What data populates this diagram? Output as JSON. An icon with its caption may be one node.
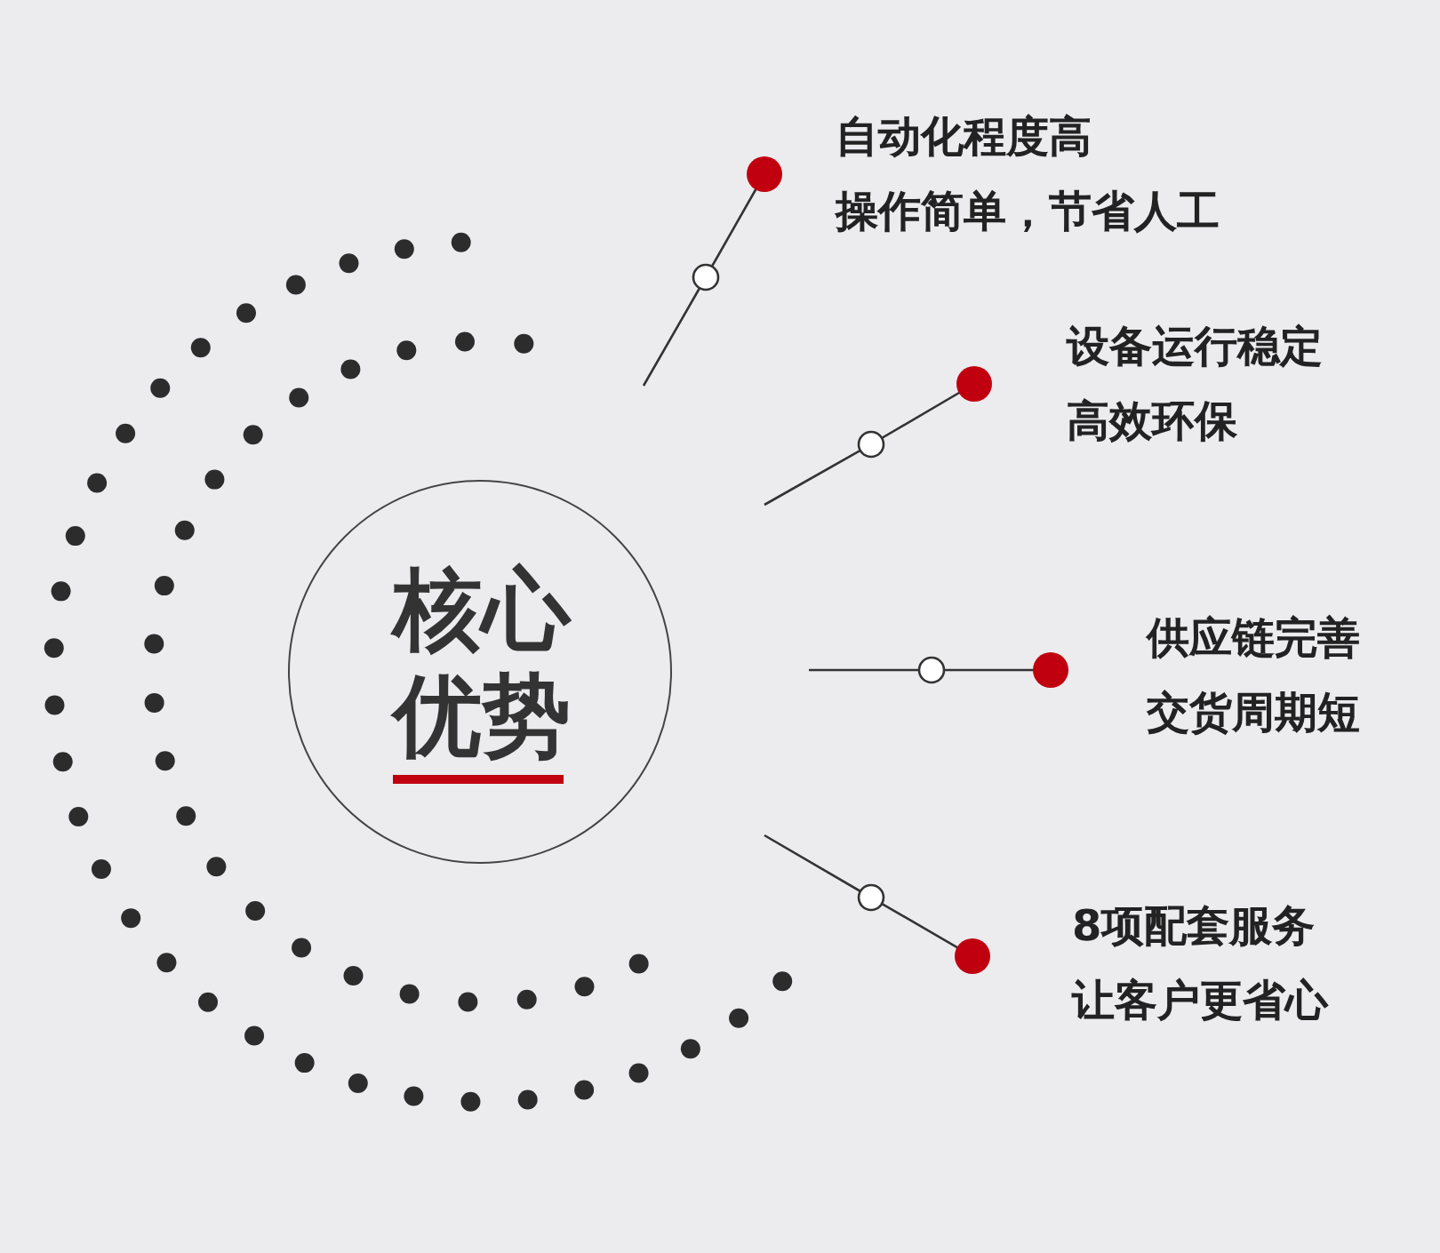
{
  "diagram": {
    "nodes": [
      {
        "text": [
          "核心优势"
        ]
      },
      {
        "text": [
          "自动化程度高",
          "操作简单，节省人工"
        ]
      },
      {
        "text": [
          "设备运行稳定",
          "高效环保"
        ]
      },
      {
        "text": [
          "供应链完善",
          "交货周期短"
        ]
      },
      {
        "text": [
          "8项配套服务",
          "让客户更省心"
        ]
      }
    ],
    "edges": [
      {
        "from": 1,
        "to": null,
        "arrow": "other"
      },
      {
        "from": 2,
        "to": null,
        "arrow": "other"
      },
      {
        "from": 3,
        "to": null,
        "arrow": "other"
      },
      {
        "from": 4,
        "to": null,
        "arrow": "other"
      }
    ]
  }
}
